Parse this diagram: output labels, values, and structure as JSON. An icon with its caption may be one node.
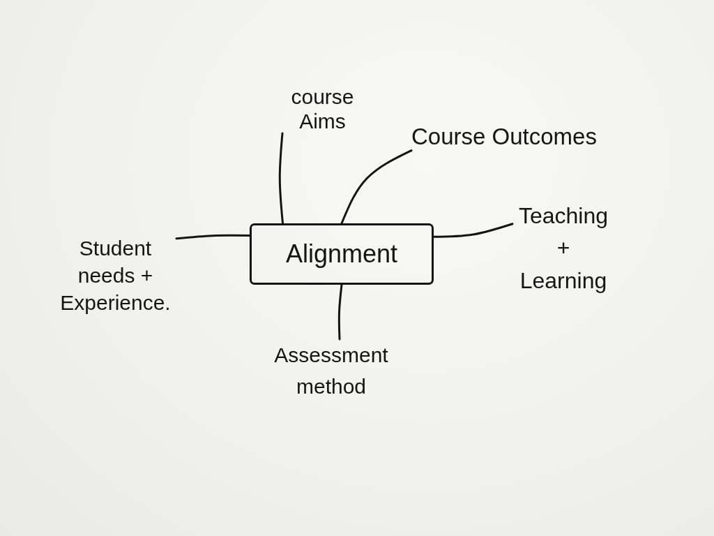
{
  "diagram": {
    "nodes": [
      {
        "text": [
          "course Aims"
        ]
      },
      {
        "text": [
          "Course Outcomes"
        ]
      },
      {
        "text": [
          "Teaching + Learning"
        ]
      },
      {
        "text": [
          "Student needs + Experience."
        ]
      },
      {
        "text": [
          "Alignment"
        ]
      },
      {
        "text": [
          "Assessment method"
        ]
      }
    ],
    "edges": [
      {
        "from": 4,
        "to": 0,
        "arrow": "none"
      },
      {
        "from": 4,
        "to": 1,
        "arrow": "none"
      },
      {
        "from": 4,
        "to": 2,
        "arrow": "none"
      },
      {
        "from": 4,
        "to": 3,
        "arrow": "none"
      },
      {
        "from": 4,
        "to": 5,
        "arrow": "none"
      }
    ]
  }
}
